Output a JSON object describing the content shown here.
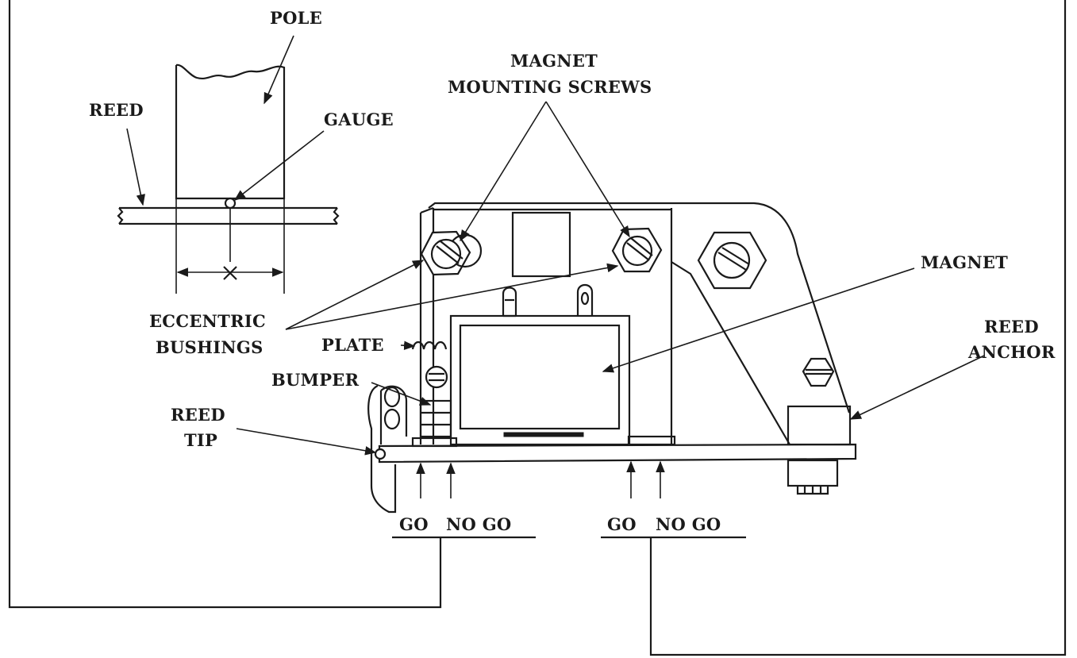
{
  "labels": {
    "pole": "POLE",
    "reed": "REED",
    "gauge": "GAUGE",
    "x_mark": "X",
    "magnet_mounting_screws_1": "MAGNET",
    "magnet_mounting_screws_2": "MOUNTING SCREWS",
    "magnet": "MAGNET",
    "eccentric_bushings_1": "ECCENTRIC",
    "eccentric_bushings_2": "BUSHINGS",
    "plate": "PLATE",
    "bumper": "BUMPER",
    "reed_anchor_1": "REED",
    "reed_anchor_2": "ANCHOR",
    "reed_tip_1": "REED",
    "reed_tip_2": "TIP",
    "gauge_left_go": "GO",
    "gauge_left_nogo": "NO GO",
    "gauge_right_go": "GO",
    "gauge_right_nogo": "NO GO"
  }
}
